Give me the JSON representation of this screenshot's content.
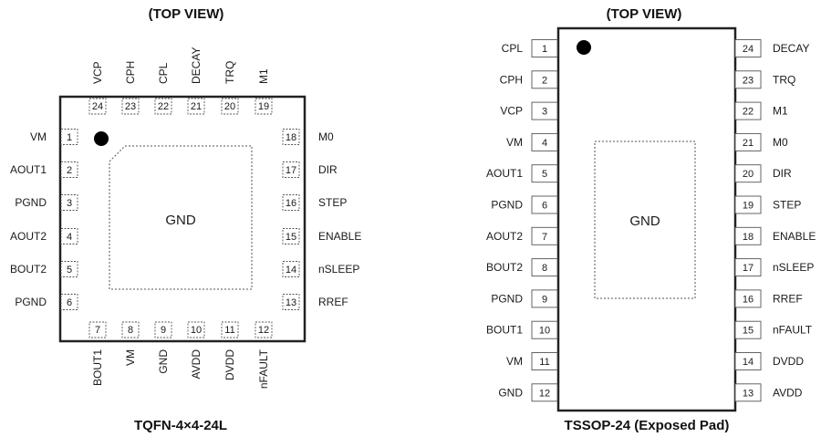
{
  "qfn": {
    "view_title": "(TOP VIEW)",
    "package_title": "TQFN-4×4-24L",
    "pad_label": "GND",
    "left_pins": [
      {
        "num": "1",
        "name": "VM"
      },
      {
        "num": "2",
        "name": "AOUT1"
      },
      {
        "num": "3",
        "name": "PGND"
      },
      {
        "num": "4",
        "name": "AOUT2"
      },
      {
        "num": "5",
        "name": "BOUT2"
      },
      {
        "num": "6",
        "name": "PGND"
      }
    ],
    "bottom_pins": [
      {
        "num": "7",
        "name": "BOUT1"
      },
      {
        "num": "8",
        "name": "VM"
      },
      {
        "num": "9",
        "name": "GND"
      },
      {
        "num": "10",
        "name": "AVDD"
      },
      {
        "num": "11",
        "name": "DVDD"
      },
      {
        "num": "12",
        "name": "nFAULT"
      }
    ],
    "right_pins": [
      {
        "num": "18",
        "name": "M0"
      },
      {
        "num": "17",
        "name": "DIR"
      },
      {
        "num": "16",
        "name": "STEP"
      },
      {
        "num": "15",
        "name": "ENABLE"
      },
      {
        "num": "14",
        "name": "nSLEEP"
      },
      {
        "num": "13",
        "name": "RREF"
      }
    ],
    "top_pins": [
      {
        "num": "24",
        "name": "VCP"
      },
      {
        "num": "23",
        "name": "CPH"
      },
      {
        "num": "22",
        "name": "CPL"
      },
      {
        "num": "21",
        "name": "DECAY"
      },
      {
        "num": "20",
        "name": "TRQ"
      },
      {
        "num": "19",
        "name": "M1"
      }
    ]
  },
  "tssop": {
    "view_title": "(TOP VIEW)",
    "package_title": "TSSOP-24 (Exposed Pad)",
    "pad_label": "GND",
    "left_pins": [
      {
        "num": "1",
        "name": "CPL"
      },
      {
        "num": "2",
        "name": "CPH"
      },
      {
        "num": "3",
        "name": "VCP"
      },
      {
        "num": "4",
        "name": "VM"
      },
      {
        "num": "5",
        "name": "AOUT1"
      },
      {
        "num": "6",
        "name": "PGND"
      },
      {
        "num": "7",
        "name": "AOUT2"
      },
      {
        "num": "8",
        "name": "BOUT2"
      },
      {
        "num": "9",
        "name": "PGND"
      },
      {
        "num": "10",
        "name": "BOUT1"
      },
      {
        "num": "11",
        "name": "VM"
      },
      {
        "num": "12",
        "name": "GND"
      }
    ],
    "right_pins": [
      {
        "num": "24",
        "name": "DECAY"
      },
      {
        "num": "23",
        "name": "TRQ"
      },
      {
        "num": "22",
        "name": "M1"
      },
      {
        "num": "21",
        "name": "M0"
      },
      {
        "num": "20",
        "name": "DIR"
      },
      {
        "num": "19",
        "name": "STEP"
      },
      {
        "num": "18",
        "name": "ENABLE"
      },
      {
        "num": "17",
        "name": "nSLEEP"
      },
      {
        "num": "16",
        "name": "RREF"
      },
      {
        "num": "15",
        "name": "nFAULT"
      },
      {
        "num": "14",
        "name": "DVDD"
      },
      {
        "num": "13",
        "name": "AVDD"
      }
    ]
  }
}
